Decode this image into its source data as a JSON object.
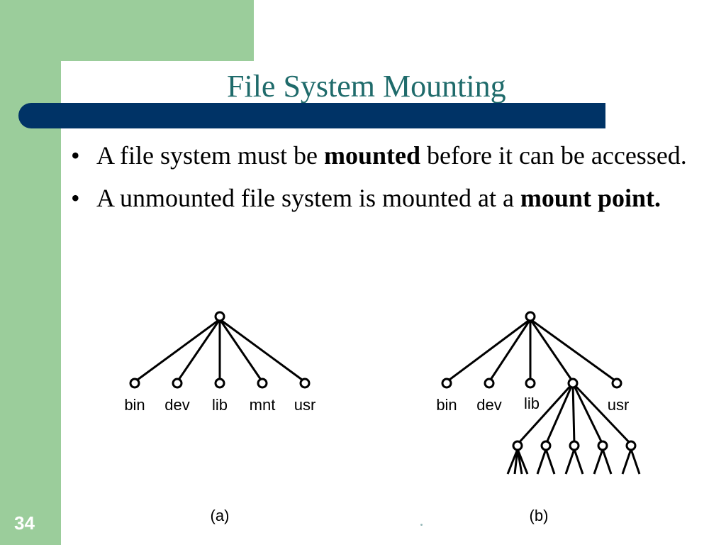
{
  "slide": {
    "title": "File System Mounting",
    "number": "34"
  },
  "bullets": [
    {
      "pre": "A file system must be ",
      "bold": "mounted",
      "post": " before it can be accessed."
    },
    {
      "pre": "A unmounted file system is mounted at a ",
      "bold": "mount point.",
      "post": ""
    }
  ],
  "diagram": {
    "tree_a": {
      "caption": "(a)",
      "children": [
        "bin",
        "dev",
        "lib",
        "mnt",
        "usr"
      ]
    },
    "tree_b": {
      "caption": "(b)",
      "children": [
        "bin",
        "dev",
        "lib",
        "usr"
      ]
    }
  },
  "colors": {
    "green": "#9bcd9b",
    "bar": "#003366",
    "title": "#1f6b6b"
  }
}
